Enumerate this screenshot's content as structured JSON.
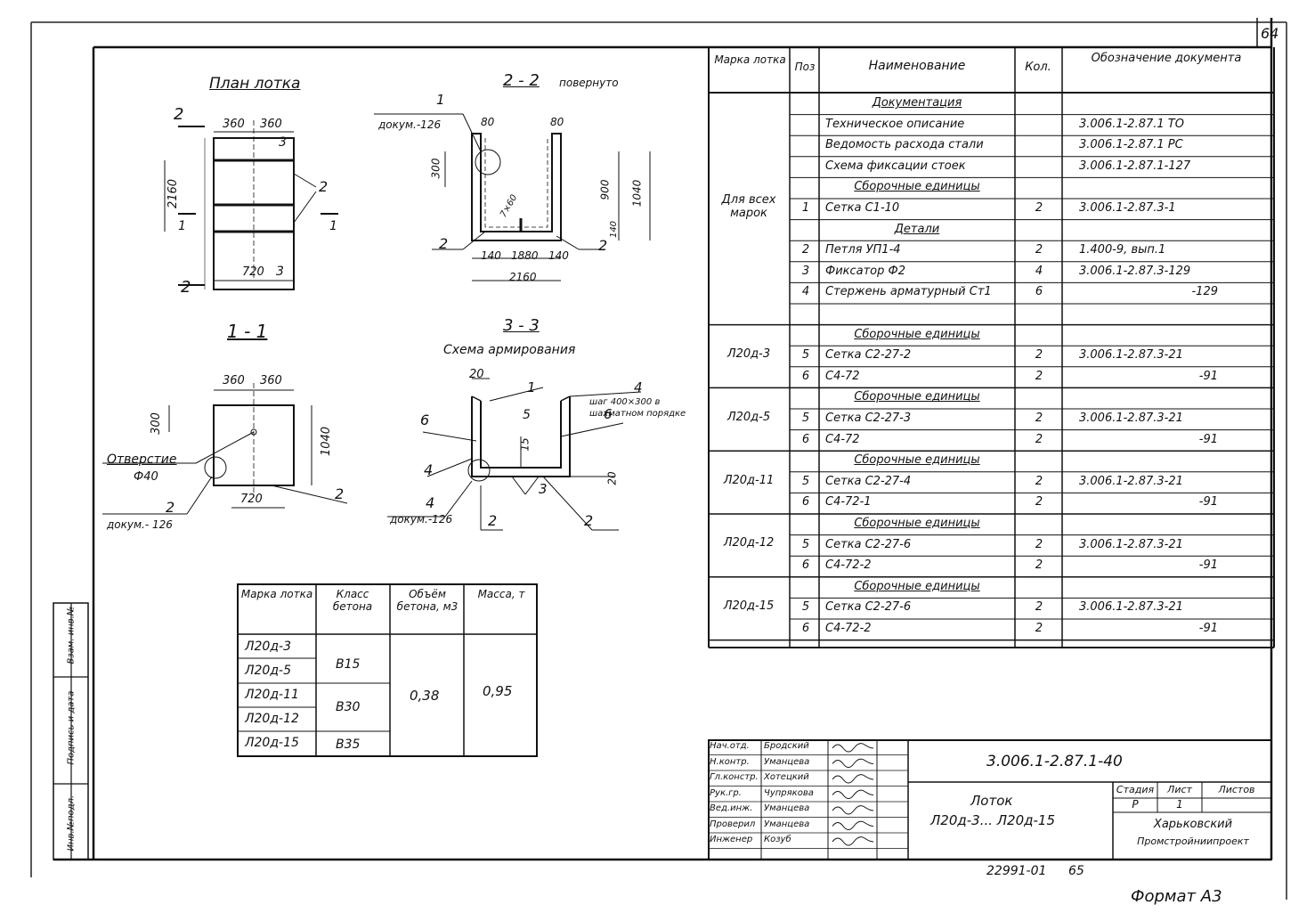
{
  "sheet_no": "64",
  "plan": {
    "title": "План лотка",
    "dim_top_left": "360",
    "dim_top_right": "360",
    "dim_left": "2160",
    "dim_bottom": "720",
    "cut2": "2",
    "cut1": "1",
    "cut3": "3",
    "lbl2": "2"
  },
  "sec22": {
    "title": "2 - 2",
    "subtitle": "повернуто",
    "callout_num": "1",
    "callout_doc": "докум.-126",
    "d80a": "80",
    "d80b": "80",
    "d300": "300",
    "d900": "900",
    "d1040": "1040",
    "d7x60": "7×60",
    "d140a": "140",
    "d1880": "1880",
    "d140b": "140",
    "d140c": "140",
    "d2160": "2160",
    "lbl2a": "2",
    "lbl2b": "2"
  },
  "sec11": {
    "title": "1 - 1",
    "d360a": "360",
    "d360b": "360",
    "d300": "300",
    "d1040": "1040",
    "d720": "720",
    "hole_label": "Отверстие",
    "hole_dia": "Ф40",
    "lbl2a": "2",
    "lbl2b": "2",
    "doc": "докум.- 126"
  },
  "sec33": {
    "title": "3 - 3",
    "subtitle": "Схема армирования",
    "d20": "20",
    "d15": "15",
    "d20b": "20",
    "n1": "1",
    "n4a": "4",
    "n4b": "4",
    "n4c": "4",
    "n5": "5",
    "n6a": "6",
    "n6b": "6",
    "n3": "3",
    "n2a": "2",
    "n2b": "2",
    "step_note": "шаг 400×300 в шахматном порядке",
    "doc": "докум.-126"
  },
  "concrete": {
    "headers": [
      "Марка лотка",
      "Класс бетона",
      "Объём бетона, м3",
      "Масса, т"
    ],
    "marks": [
      "Л20д-3",
      "Л20д-5",
      "Л20д-11",
      "Л20д-12",
      "Л20д-15"
    ],
    "classes": [
      "B15",
      "B30",
      "B35"
    ],
    "volume": "0,38",
    "mass": "0,95"
  },
  "spec": {
    "headers": [
      "Марка лотка",
      "Поз",
      "Наименование",
      "Кол.",
      "Обозначение документа"
    ],
    "rows": [
      {
        "mark": "",
        "pos": "",
        "name": "Документация",
        "u": true,
        "qty": "",
        "doc": ""
      },
      {
        "mark": "",
        "pos": "",
        "name": "Техническое описание",
        "qty": "",
        "doc": "3.006.1-2.87.1 ТО"
      },
      {
        "mark": "",
        "pos": "",
        "name": "Ведомость расхода стали",
        "qty": "",
        "doc": "3.006.1-2.87.1 РС"
      },
      {
        "mark": "",
        "pos": "",
        "name": "Схема фиксации стоек",
        "qty": "",
        "doc": "3.006.1-2.87.1-127"
      },
      {
        "mark": "",
        "pos": "",
        "name": "Сборочные единицы",
        "u": true,
        "qty": "",
        "doc": ""
      },
      {
        "mark": "",
        "pos": "1",
        "name": "Сетка С1-10",
        "qty": "2",
        "doc": "3.006.1-2.87.3-1"
      },
      {
        "mark": "",
        "pos": "",
        "name": "Детали",
        "u": true,
        "qty": "",
        "doc": ""
      },
      {
        "mark": "",
        "pos": "2",
        "name": "Петля УП1-4",
        "qty": "2",
        "doc": "1.400-9, вып.1"
      },
      {
        "mark": "",
        "pos": "3",
        "name": "Фиксатор Ф2",
        "qty": "4",
        "doc": "3.006.1-2.87.3-129"
      },
      {
        "mark": "",
        "pos": "4",
        "name": "Стержень арматурный Ст1",
        "qty": "6",
        "doc": "-129"
      },
      {
        "mark": "",
        "pos": "",
        "name": "",
        "qty": "",
        "doc": ""
      },
      {
        "mark": "",
        "pos": "",
        "name": "Сборочные единицы",
        "u": true,
        "qty": "",
        "doc": ""
      },
      {
        "mark": "",
        "pos": "5",
        "name": "Сетка С2-27-2",
        "qty": "2",
        "doc": "3.006.1-2.87.3-21"
      },
      {
        "mark": "",
        "pos": "6",
        "name": "С4-72",
        "qty": "2",
        "doc": "-91"
      },
      {
        "mark": "",
        "pos": "",
        "name": "Сборочные единицы",
        "u": true,
        "qty": "",
        "doc": ""
      },
      {
        "mark": "",
        "pos": "5",
        "name": "Сетка С2-27-3",
        "qty": "2",
        "doc": "3.006.1-2.87.3-21"
      },
      {
        "mark": "",
        "pos": "6",
        "name": "С4-72",
        "qty": "2",
        "doc": "-91"
      },
      {
        "mark": "",
        "pos": "",
        "name": "Сборочные единицы",
        "u": true,
        "qty": "",
        "doc": ""
      },
      {
        "mark": "",
        "pos": "5",
        "name": "Сетка С2-27-4",
        "qty": "2",
        "doc": "3.006.1-2.87.3-21"
      },
      {
        "mark": "",
        "pos": "6",
        "name": "С4-72-1",
        "qty": "2",
        "doc": "-91"
      },
      {
        "mark": "",
        "pos": "",
        "name": "Сборочные единицы",
        "u": true,
        "qty": "",
        "doc": ""
      },
      {
        "mark": "",
        "pos": "5",
        "name": "Сетка С2-27-6",
        "qty": "2",
        "doc": "3.006.1-2.87.3-21"
      },
      {
        "mark": "",
        "pos": "6",
        "name": "С4-72-2",
        "qty": "2",
        "doc": "-91"
      },
      {
        "mark": "",
        "pos": "",
        "name": "Сборочные единицы",
        "u": true,
        "qty": "",
        "doc": ""
      },
      {
        "mark": "",
        "pos": "5",
        "name": "Сетка С2-27-6",
        "qty": "2",
        "doc": "3.006.1-2.87.3-21"
      },
      {
        "mark": "",
        "pos": "6",
        "name": "С4-72-2",
        "qty": "2",
        "doc": "-91"
      }
    ],
    "groups": [
      {
        "label": "Для всех марок"
      },
      {
        "label": "Л20д-3"
      },
      {
        "label": "Л20д-5"
      },
      {
        "label": "Л20д-11"
      },
      {
        "label": "Л20д-12"
      },
      {
        "label": "Л20д-15"
      }
    ]
  },
  "stamp": {
    "roles": [
      "Нач.отд.",
      "Н.контр.",
      "Гл.констр.",
      "Рук.гр.",
      "Вед.инж.",
      "Проверил",
      "Инженер"
    ],
    "names": [
      "Бродский",
      "Уманцева",
      "Хотецкий",
      "Чупрякова",
      "Уманцева",
      "Уманцева",
      "Козуб"
    ],
    "code": "3.006.1-2.87.1-40",
    "title_line1": "Лоток",
    "title_line2": "Л20д-3... Л20д-15",
    "stage_h": "Стадия",
    "sheet_h": "Лист",
    "sheets_h": "Листов",
    "stage": "Р",
    "sheet": "1",
    "sheets": "",
    "org_line1": "Харьковский",
    "org_line2": "Промстройниипроект"
  },
  "side_labels": [
    "Взам. инв.№",
    "Подпись и дата",
    "Инв.№подл."
  ],
  "footer_code": "22991-01",
  "footer_page": "65",
  "format": "Формат А3"
}
